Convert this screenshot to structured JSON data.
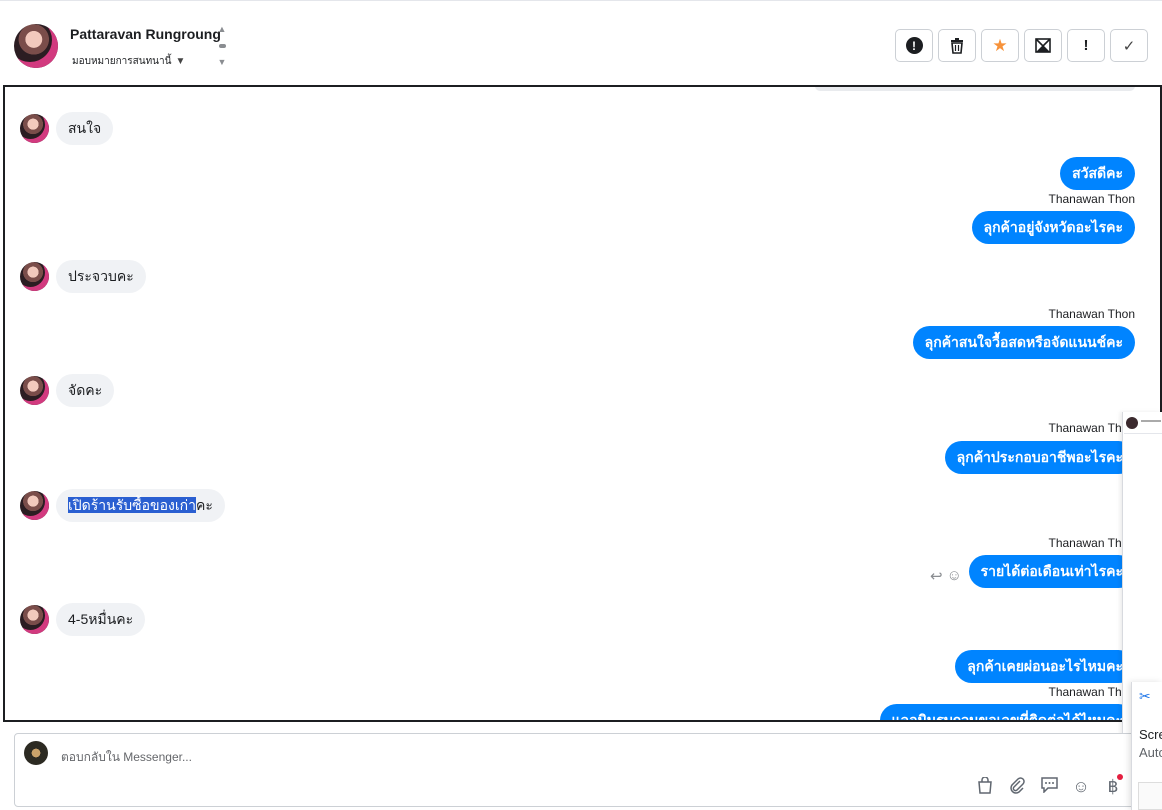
{
  "header": {
    "contact_name": "Pattaravan Rungroung",
    "assign_label": "มอบหมายการสนทนานี้",
    "toolbar": [
      "exclamation-circle-icon",
      "trash-icon",
      "star-icon",
      "mail-x-icon",
      "exclamation-icon",
      "check-icon"
    ]
  },
  "messages": [
    {
      "dir": "in",
      "text": "สนใจ"
    },
    {
      "dir": "out",
      "text": "สวัสดีคะ"
    },
    {
      "dir": "out",
      "sender": "Thanawan Thon",
      "text": "ลุกค้าอยู่จังหวัดอะไรคะ"
    },
    {
      "dir": "in",
      "text": "ประจวบคะ"
    },
    {
      "dir": "out",
      "sender": "Thanawan Thon",
      "text": "ลุกค้าสนใจวื้อสดหรือจัดแนนช์คะ"
    },
    {
      "dir": "in",
      "text": "จัดคะ"
    },
    {
      "dir": "out",
      "sender": "Thanawan Thon",
      "text": "ลุกค้าประกอบอาชีพอะไรคะ"
    },
    {
      "dir": "in",
      "text_selected": "เปิดร้านรับซื้อของเก่า",
      "text_rest": "คะ"
    },
    {
      "dir": "out",
      "sender": "Thanawan Thon",
      "text": "รายได้ต่อเดือนเท่าไรคะ"
    },
    {
      "dir": "in",
      "text": "4-5หมื่นคะ"
    },
    {
      "dir": "out",
      "text": "ลุกค้าเคยผ่อนอะไรไหมคะ"
    },
    {
      "dir": "out",
      "sender": "Thanawan Thon",
      "text": "แลอมินรบกวนขอเลขที่ติดต่อได้ไหมคะ"
    }
  ],
  "reply": {
    "placeholder": "ตอบกลับใน Messenger..."
  },
  "notification": {
    "title": "Scre",
    "subtitle": "Auto"
  }
}
